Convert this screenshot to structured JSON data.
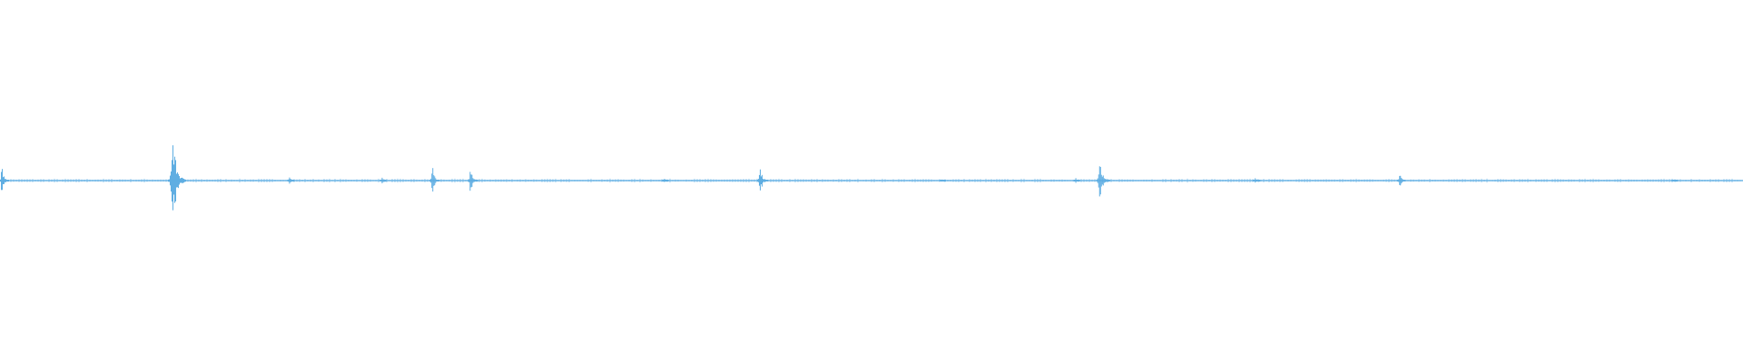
{
  "waveform": {
    "color": "#5dade2",
    "baseline_opacity": 0.9,
    "events": [
      {
        "t": 0.001,
        "amp": 0.1
      },
      {
        "t": 0.099,
        "amp": 0.28
      },
      {
        "t": 0.166,
        "amp": 0.05
      },
      {
        "t": 0.219,
        "amp": 0.03
      },
      {
        "t": 0.248,
        "amp": 0.1
      },
      {
        "t": 0.27,
        "amp": 0.11
      },
      {
        "t": 0.381,
        "amp": 0.03
      },
      {
        "t": 0.436,
        "amp": 0.12
      },
      {
        "t": 0.54,
        "amp": 0.02
      },
      {
        "t": 0.617,
        "amp": 0.03
      },
      {
        "t": 0.631,
        "amp": 0.17
      },
      {
        "t": 0.72,
        "amp": 0.04
      },
      {
        "t": 0.803,
        "amp": 0.07
      },
      {
        "t": 0.96,
        "amp": 0.02
      }
    ]
  }
}
